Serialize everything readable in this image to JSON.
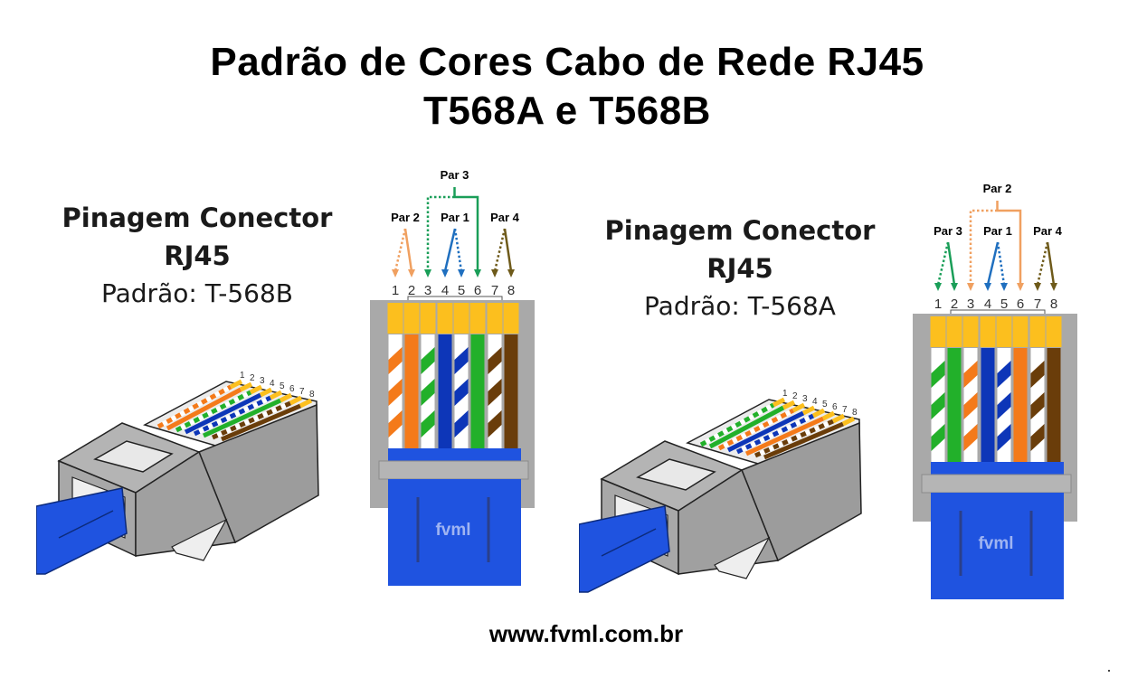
{
  "header": {
    "title_line1": "Padrão de Cores Cabo de Rede RJ45",
    "title_line2": "T568A e T568B"
  },
  "footer": {
    "website": "www.fvml.com.br"
  },
  "colors": {
    "orange": "#f47a1a",
    "green": "#22b02a",
    "blue": "#0d36b8",
    "brown": "#6a3d0a",
    "gold_contact": "#fcbf1e",
    "plug_gray": "#a9a9a9",
    "boot_blue": "#1f53e0"
  },
  "connectors": [
    {
      "id": "t568b",
      "heading": "Pinagem Conector",
      "subheading": "RJ45",
      "standard_label": "Padrão: T-568B",
      "brand": "fvml",
      "pins": [
        "1",
        "2",
        "3",
        "4",
        "5",
        "6",
        "7",
        "8"
      ],
      "wires": [
        {
          "pin": "1",
          "color": "orange",
          "striped": true
        },
        {
          "pin": "2",
          "color": "orange",
          "striped": false
        },
        {
          "pin": "3",
          "color": "green",
          "striped": true
        },
        {
          "pin": "4",
          "color": "blue",
          "striped": false
        },
        {
          "pin": "5",
          "color": "blue",
          "striped": true
        },
        {
          "pin": "6",
          "color": "green",
          "striped": false
        },
        {
          "pin": "7",
          "color": "brown",
          "striped": true
        },
        {
          "pin": "8",
          "color": "brown",
          "striped": false
        }
      ],
      "pairs": [
        {
          "label": "Par 2",
          "pins": [
            "1",
            "2"
          ],
          "color": "orange"
        },
        {
          "label": "Par 1",
          "pins": [
            "4",
            "5"
          ],
          "color": "blue"
        },
        {
          "label": "Par 3",
          "pins": [
            "3",
            "6"
          ],
          "color": "green"
        },
        {
          "label": "Par 4",
          "pins": [
            "7",
            "8"
          ],
          "color": "brown"
        }
      ]
    },
    {
      "id": "t568a",
      "heading": "Pinagem Conector",
      "subheading": "RJ45",
      "standard_label": "Padrão: T-568A",
      "brand": "fvml",
      "pins": [
        "1",
        "2",
        "3",
        "4",
        "5",
        "6",
        "7",
        "8"
      ],
      "wires": [
        {
          "pin": "1",
          "color": "green",
          "striped": true
        },
        {
          "pin": "2",
          "color": "green",
          "striped": false
        },
        {
          "pin": "3",
          "color": "orange",
          "striped": true
        },
        {
          "pin": "4",
          "color": "blue",
          "striped": false
        },
        {
          "pin": "5",
          "color": "blue",
          "striped": true
        },
        {
          "pin": "6",
          "color": "orange",
          "striped": false
        },
        {
          "pin": "7",
          "color": "brown",
          "striped": true
        },
        {
          "pin": "8",
          "color": "brown",
          "striped": false
        }
      ],
      "pairs": [
        {
          "label": "Par 3",
          "pins": [
            "1",
            "2"
          ],
          "color": "green"
        },
        {
          "label": "Par 1",
          "pins": [
            "4",
            "5"
          ],
          "color": "blue"
        },
        {
          "label": "Par 2",
          "pins": [
            "3",
            "6"
          ],
          "color": "orange"
        },
        {
          "label": "Par 4",
          "pins": [
            "7",
            "8"
          ],
          "color": "brown"
        }
      ]
    }
  ]
}
